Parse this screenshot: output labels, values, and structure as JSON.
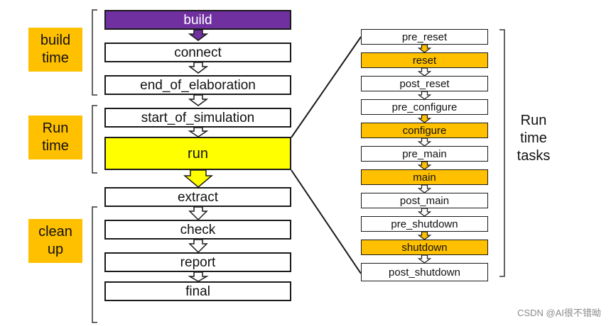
{
  "phases": [
    {
      "id": "build",
      "label": "build"
    },
    {
      "id": "connect",
      "label": "connect"
    },
    {
      "id": "end_of_elaboration",
      "label": "end_of_elaboration"
    },
    {
      "id": "start_of_simulation",
      "label": "start_of_simulation"
    },
    {
      "id": "run",
      "label": "run"
    },
    {
      "id": "extract",
      "label": "extract"
    },
    {
      "id": "check",
      "label": "check"
    },
    {
      "id": "report",
      "label": "report"
    },
    {
      "id": "final",
      "label": "final"
    }
  ],
  "groups": {
    "build_time": [
      "build",
      "time"
    ],
    "run_time": [
      "Run",
      "time"
    ],
    "clean_up": [
      "clean",
      "up"
    ]
  },
  "run_tasks": [
    {
      "label": "pre_reset",
      "highlight": false
    },
    {
      "label": "reset",
      "highlight": true
    },
    {
      "label": "post_reset",
      "highlight": false
    },
    {
      "label": "pre_configure",
      "highlight": false
    },
    {
      "label": "configure",
      "highlight": true
    },
    {
      "label": "pre_main",
      "highlight": false
    },
    {
      "label": "main",
      "highlight": true
    },
    {
      "label": "post_main",
      "highlight": false
    },
    {
      "label": "pre_shutdown",
      "highlight": false
    },
    {
      "label": "shutdown",
      "highlight": true
    },
    {
      "label": "post_shutdown",
      "highlight": false
    }
  ],
  "run_tasks_label": [
    "Run",
    "time",
    "tasks"
  ],
  "watermark": "CSDN @AI很不错呦",
  "colors": {
    "build_fill": "#7030a0",
    "run_fill": "#ffff00",
    "highlight_fill": "#ffc000",
    "group_label_fill": "#ffc000",
    "border": "#1a1a1a"
  }
}
